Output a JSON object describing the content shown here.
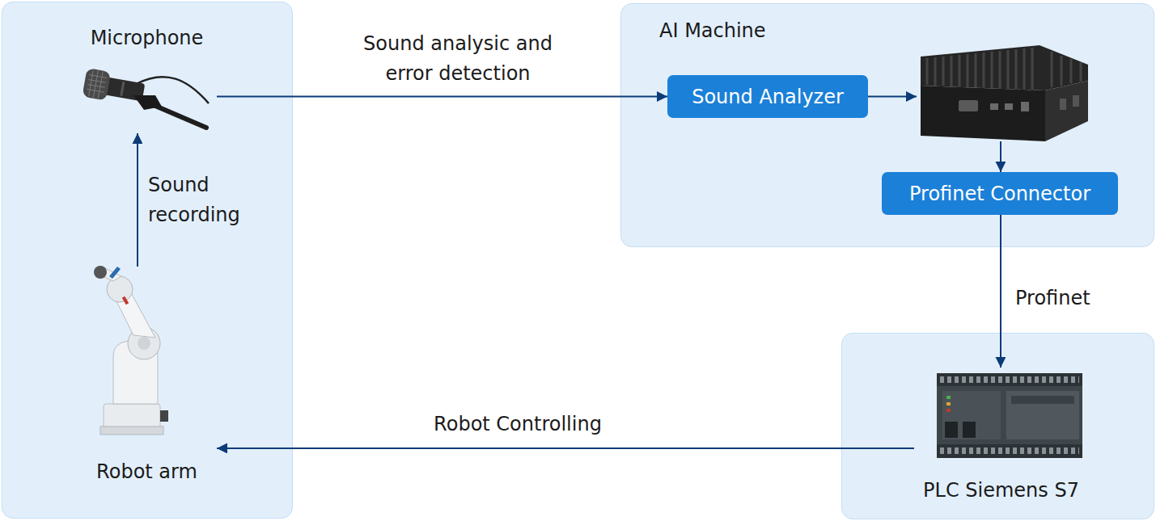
{
  "diagram": {
    "nodes": [
      {
        "text": []
      },
      {
        "text": [
          "Microphone"
        ],
        "in": 0
      },
      {
        "text": [
          "Robot arm"
        ],
        "in": 0
      },
      {
        "text": [
          "AI Machine"
        ]
      },
      {
        "text": [
          "Sound Analyzer"
        ],
        "in": 3
      },
      {
        "text": [],
        "in": 3
      },
      {
        "text": [
          "Profinet Connector"
        ],
        "in": 3
      },
      {
        "text": []
      },
      {
        "text": [
          "PLC Siemens S7"
        ],
        "in": 7
      }
    ],
    "edges": [
      {
        "from": 1,
        "to": 4,
        "label": "Sound analysic and error detection",
        "arrow": "to"
      },
      {
        "from": 4,
        "to": 5,
        "arrow": "to"
      },
      {
        "from": 5,
        "to": 6,
        "arrow": "to"
      },
      {
        "from": 6,
        "to": 8,
        "label": "Profinet",
        "arrow": "to"
      },
      {
        "from": 8,
        "to": 2,
        "label": "Robot Controlling",
        "arrow": "to"
      },
      {
        "from": 2,
        "to": 1,
        "label": "Sound recording",
        "arrow": "to"
      }
    ]
  }
}
